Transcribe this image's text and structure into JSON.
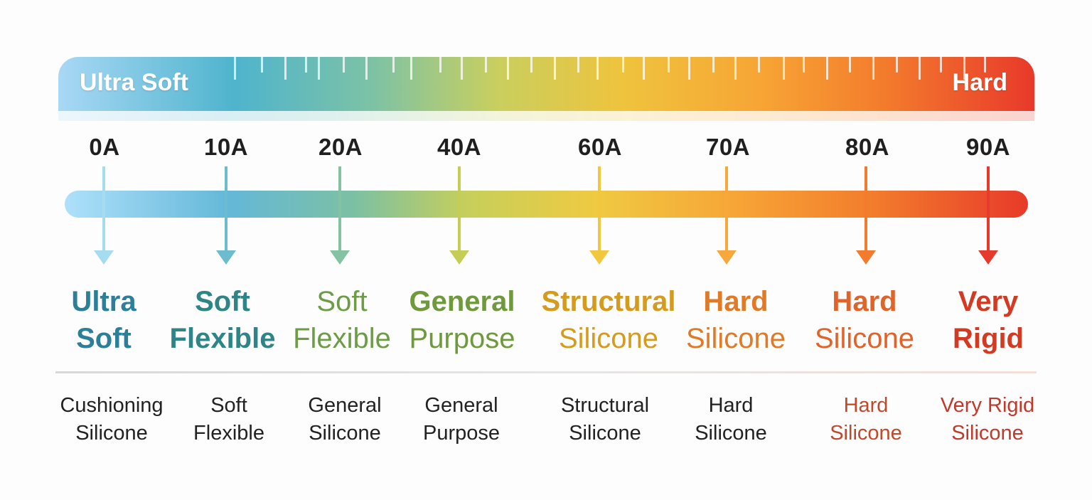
{
  "scale": {
    "left_label": "Ultra Soft",
    "right_label": "Hard"
  },
  "points": [
    {
      "value": "0A",
      "name_line1": "Ultra",
      "name_line2": "Soft",
      "desc_line1": "Cushioning",
      "desc_line2": "Silicone",
      "color": "#2c7f98",
      "name_weight": "bold",
      "desc_color": "#222222",
      "arrow_color": "#a6dcef"
    },
    {
      "value": "10A",
      "name_line1": "Soft",
      "name_line2": "Flexible",
      "desc_line1": "Soft",
      "desc_line2": "Flexible",
      "color": "#2f8487",
      "name_weight": "bold",
      "desc_color": "#222222",
      "arrow_color": "#6bbccf"
    },
    {
      "value": "20A",
      "name_line1": "Soft",
      "name_line2": "Flexible",
      "desc_line1": "General",
      "desc_line2": "Silicone",
      "color": "#6d9c46",
      "name_weight": "normal",
      "desc_color": "#222222",
      "arrow_color": "#83c2a2"
    },
    {
      "value": "40A",
      "name_line1": "General",
      "name_line2": "Purpose",
      "desc_line1": "General",
      "desc_line2": "Purpose",
      "color": "#6e9a3c",
      "name_weight": "bold",
      "desc_color": "#222222",
      "arrow_color": "#c6cd55"
    },
    {
      "value": "60A",
      "name_line1": "Structural",
      "name_line2": "Silicone",
      "desc_line1": "Structural",
      "desc_line2": "Silicone",
      "color": "#d49b1f",
      "name_weight": "bold",
      "desc_color": "#222222",
      "arrow_color": "#f2c63d"
    },
    {
      "value": "70A",
      "name_line1": "Hard",
      "name_line2": "Silicone",
      "desc_line1": "Hard",
      "desc_line2": "Silicone",
      "color": "#e07a26",
      "name_weight": "bold",
      "desc_color": "#222222",
      "arrow_color": "#f8a73a"
    },
    {
      "value": "80A",
      "name_line1": "Hard",
      "name_line2": "Silicone",
      "desc_line1": "Hard",
      "desc_line2": "Silicone",
      "color": "#e0632a",
      "name_weight": "bold",
      "desc_color": "#c0492c",
      "arrow_color": "#f27b2e"
    },
    {
      "value": "90A",
      "name_line1": "Very",
      "name_line2": "Rigid",
      "desc_line1": "Very Rigid",
      "desc_line2": "Silicone",
      "color": "#d23a22",
      "name_weight": "bold",
      "desc_color": "#c0392b",
      "arrow_color": "#e63a2c"
    }
  ]
}
